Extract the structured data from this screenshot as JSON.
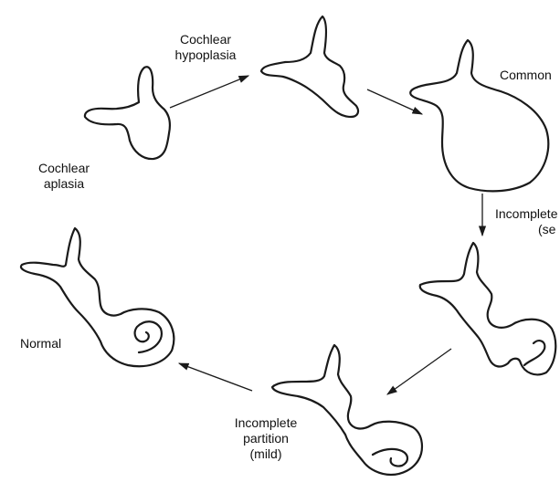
{
  "stages": [
    {
      "id": "aplasia",
      "label_lines": [
        "Cochlear",
        "aplasia"
      ]
    },
    {
      "id": "hypoplasia",
      "label_lines": [
        "Cochlear",
        "hypoplasia"
      ]
    },
    {
      "id": "common",
      "label_lines": [
        "Common"
      ]
    },
    {
      "id": "incomplete-severe",
      "label_lines": [
        "Incomplete",
        "(se"
      ]
    },
    {
      "id": "incomplete-mild",
      "label_lines": [
        "Incomplete",
        "partition",
        "(mild)"
      ]
    },
    {
      "id": "normal",
      "label_lines": [
        "Normal"
      ]
    }
  ],
  "colors": {
    "stroke": "#1a1a1a",
    "text": "#111111",
    "background": "#ffffff"
  }
}
